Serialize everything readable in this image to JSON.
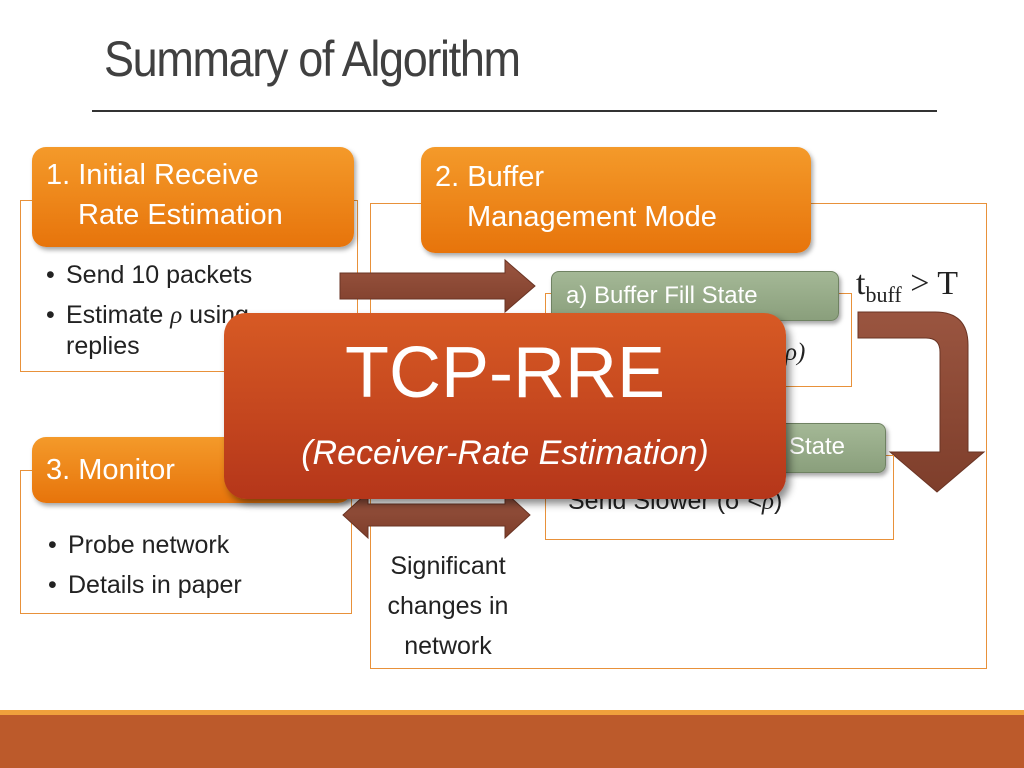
{
  "slide": {
    "title": "Summary of Algorithm"
  },
  "box1": {
    "header": [
      "1. Initial Receive",
      "Rate Estimation"
    ],
    "bullets": [
      "Send 10 packets",
      "Estimate",
      "using",
      "replies"
    ],
    "rho": "ρ"
  },
  "box2": {
    "header": [
      "2. Buffer",
      "Management Mode"
    ],
    "fill_state": {
      "label": "a) Buffer Fill State",
      "body_tail": "ρ)"
    },
    "drain_state": {
      "label_tail": "State",
      "body": "Send Slower (σ <",
      "body_rho": "ρ",
      "body_close": ")"
    },
    "threshold": {
      "t": "t",
      "sub": "buff",
      "rest": " > T"
    },
    "significant_changes": [
      "Significant",
      "changes in",
      "network"
    ]
  },
  "box3": {
    "header": "3. Monitor",
    "bullets": [
      "Probe network",
      "Details in paper"
    ]
  },
  "overlay": {
    "title": "TCP-RRE",
    "subtitle": "(Receiver-Rate Estimation)"
  },
  "colors": {
    "orange": "#ee8518",
    "green": "#93a886",
    "overlay": "#c4441f",
    "arrow": "#8c4a35",
    "footer": "#bc5a2b"
  }
}
